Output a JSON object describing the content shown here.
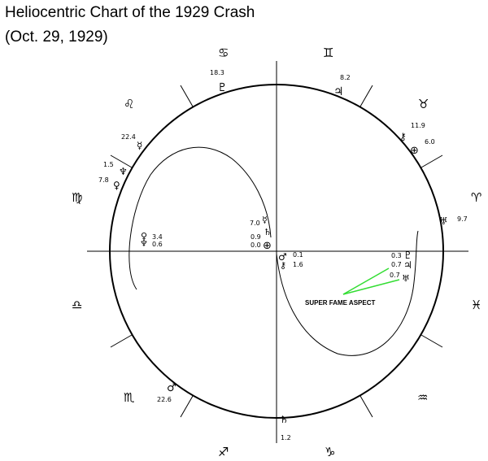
{
  "header": {
    "title_line1": "Heliocentric Chart of the 1929 Crash",
    "title_line2": "(Oct. 29, 1929)"
  },
  "zodiac": {
    "cancer": "♋",
    "gemini": "♊",
    "taurus": "♉",
    "aries": "♈",
    "pisces": "♓",
    "aquarius": "♒",
    "capricorn": "♑",
    "sagittarius": "♐",
    "scorpio": "♏",
    "libra": "♎",
    "virgo": "♍",
    "leo": "♌"
  },
  "planets": {
    "pluto_top": {
      "glyph": "♇",
      "value": "18.3"
    },
    "jupiter_top": {
      "glyph": "♃",
      "value": "8.2"
    },
    "chiron_right": {
      "glyph": "⚷",
      "value": "11.9"
    },
    "earth_right": {
      "glyph": "⊕",
      "value": "6.0"
    },
    "uranus_right": {
      "glyph": "♅",
      "value": "9.7"
    },
    "mercury_left": {
      "glyph": "☿",
      "value": "22.4"
    },
    "neptune_left": {
      "glyph": "♆",
      "value": "1.5"
    },
    "venus_left": {
      "glyph": "♀",
      "value": "7.8"
    },
    "neptune_inner": {
      "glyph": "♆",
      "value": "0.6"
    },
    "venus_inner": {
      "glyph": "♀",
      "value": "3.4"
    },
    "mercury_center": {
      "glyph": "☿",
      "value": "7.0"
    },
    "saturn_center": {
      "glyph": "♄",
      "value": "0.9"
    },
    "earth_center": {
      "glyph": "⊕",
      "value": "0.0"
    },
    "mars_center": {
      "glyph": "♂",
      "value": "0.1"
    },
    "chiron_center": {
      "glyph": "⚷",
      "value": "1.6"
    },
    "pluto_inner": {
      "glyph": "♇",
      "value": "0.3"
    },
    "jupiter_inner": {
      "glyph": "♃",
      "value": "0.7"
    },
    "uranus_inner": {
      "glyph": "♅",
      "value": "0.7"
    },
    "mars_bottom": {
      "glyph": "♂",
      "value": "22.6"
    },
    "saturn_bottom": {
      "glyph": "♄",
      "value": "1.2"
    }
  },
  "annotation": {
    "aspect_label": "SUPER FAME ASPECT",
    "aspect_color": "#33dd33"
  }
}
